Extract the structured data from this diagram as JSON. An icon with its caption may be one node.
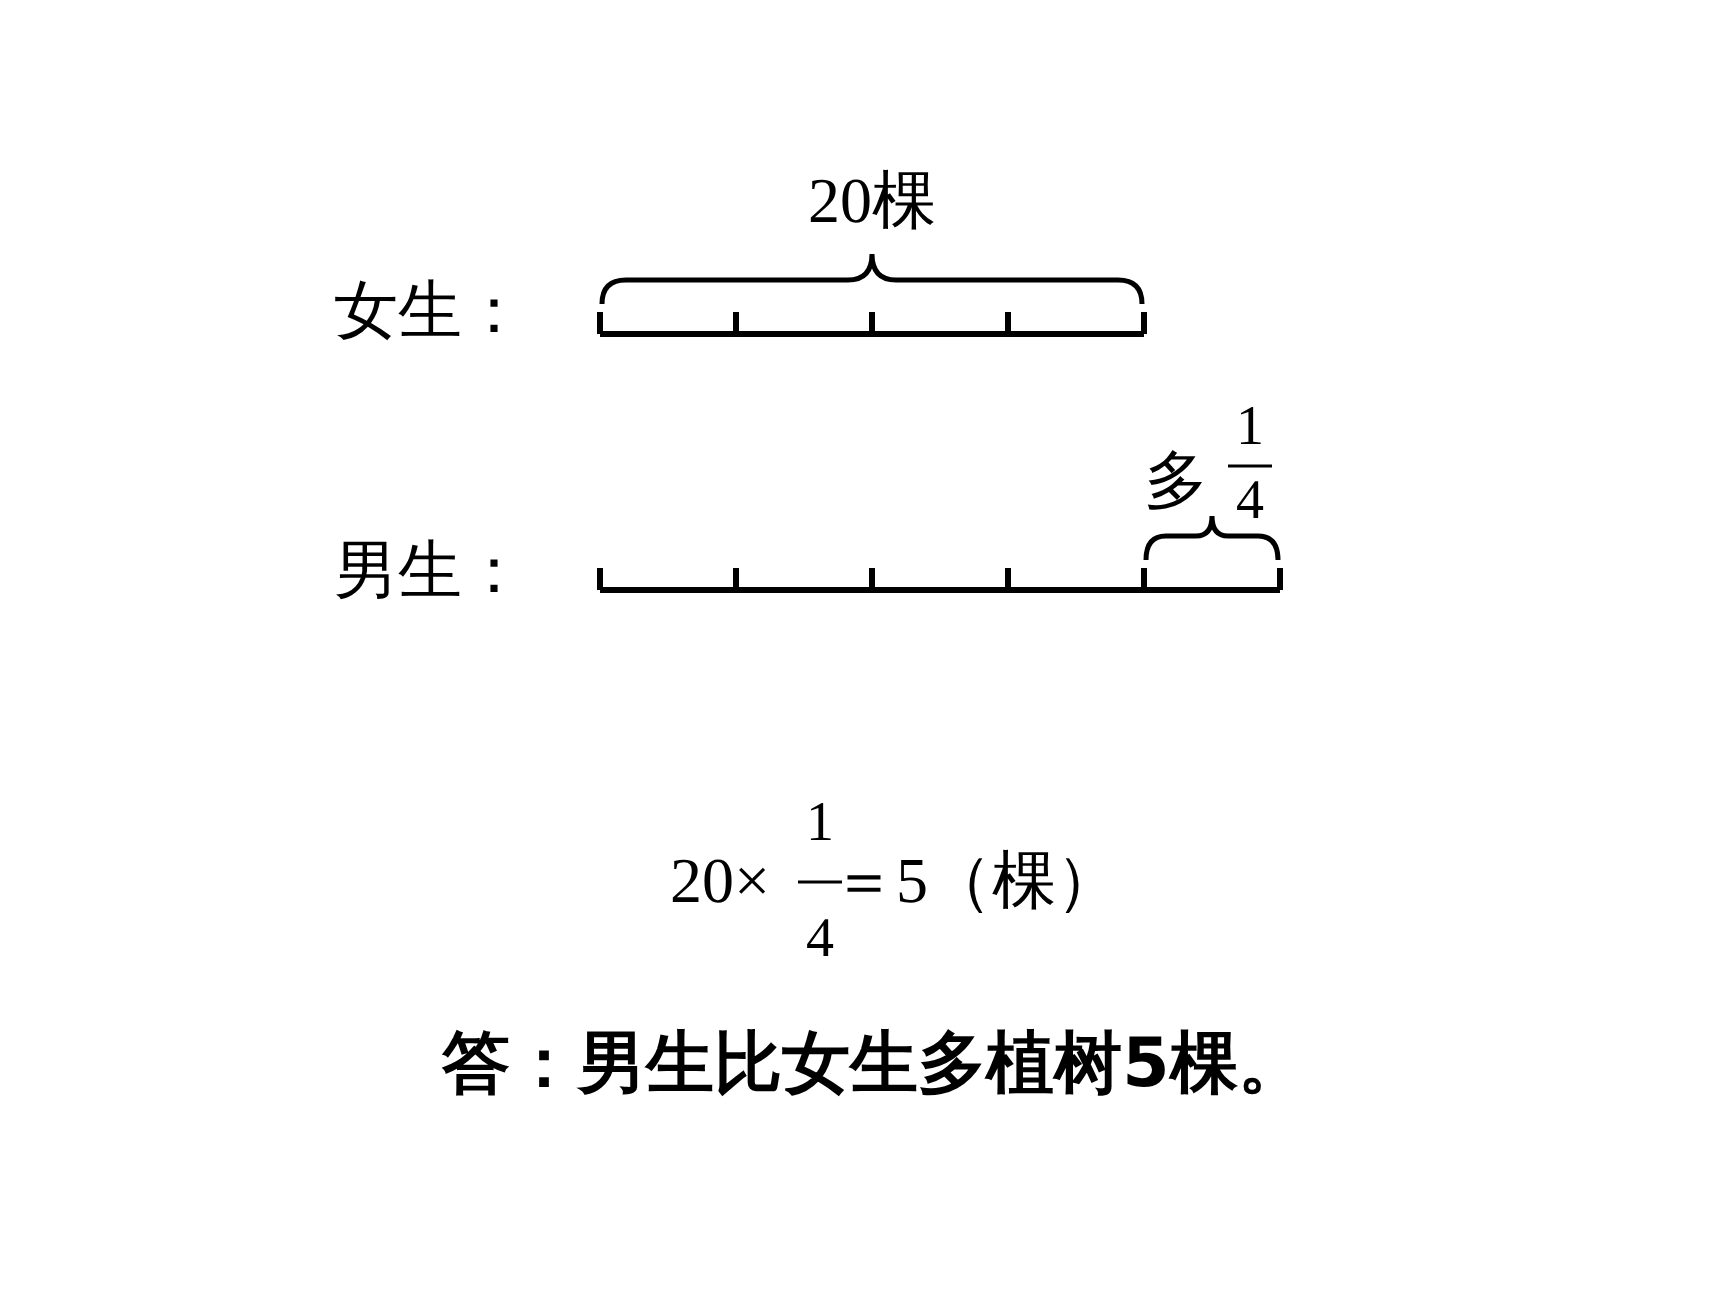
{
  "diagram": {
    "labels": [
      "20棵",
      "女生：",
      "多",
      "1",
      "4",
      "男生：",
      "20×",
      "1",
      "4",
      "＝5（棵）",
      "答：男生比女生多植树5棵。"
    ]
  }
}
